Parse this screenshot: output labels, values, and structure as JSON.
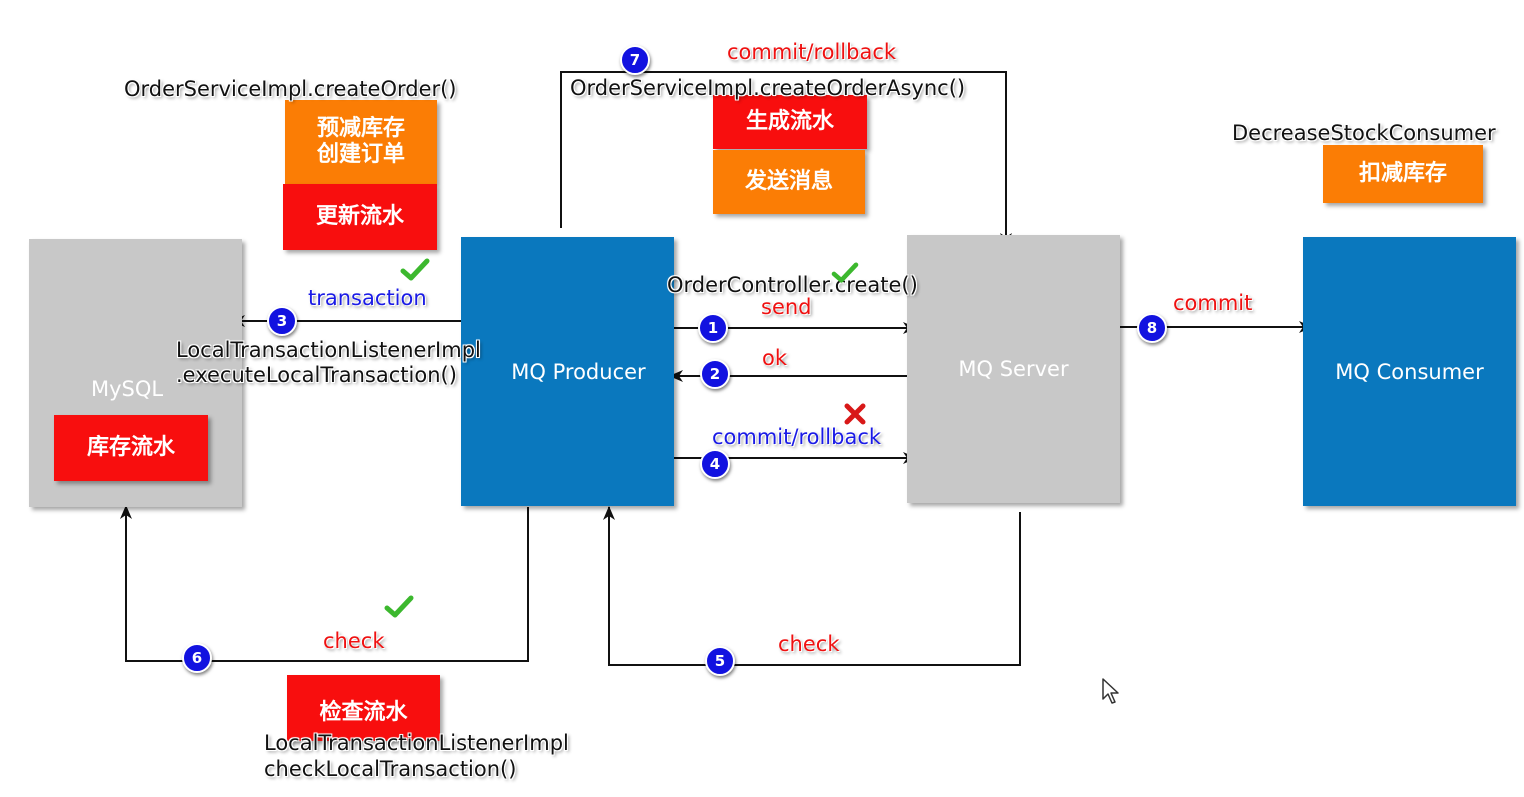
{
  "nodes": {
    "mysql": "MySQL",
    "producer": "MQ Producer",
    "server": "MQ Server",
    "consumer": "MQ Consumer"
  },
  "blocks": {
    "pre_reduce": "预减库存\n创建订单",
    "update_flow": "更新流水",
    "stock_flow": "库存流水",
    "gen_flow": "生成流水",
    "send_msg": "发送消息",
    "reduce_stock": "扣减库存",
    "check_flow": "检查流水"
  },
  "labels": {
    "create_order": "OrderServiceImpl.createOrder()",
    "create_order_async": "OrderServiceImpl.createOrderAsync()",
    "decrease_consumer": "DecreaseStockConsumer",
    "order_controller": "OrderController.create()",
    "listener_exec_line1": "LocalTransactionListenerImpl",
    "listener_exec_line2": ".executeLocalTransaction()",
    "listener_check_line1": "LocalTransactionListenerImpl",
    "listener_check_line2": "checkLocalTransaction()"
  },
  "edges": {
    "e1": "send",
    "e2": "ok",
    "e3": "transaction",
    "e4": "commit/rollback",
    "e5": "check",
    "e6": "check",
    "e7": "commit/rollback",
    "e8": "commit"
  },
  "steps": [
    "1",
    "2",
    "3",
    "4",
    "5",
    "6",
    "7",
    "8"
  ],
  "colors": {
    "gray_box": "#c8c8c8",
    "blue_box": "#0a78be",
    "orange_block": "#fb7d05",
    "red_block": "#f80e0e",
    "badge": "#1212e0",
    "red_text": "#ef1010",
    "blue_text": "#1a1ae6",
    "check_mark": "#3cb82e",
    "cross_mark": "#d81818"
  }
}
